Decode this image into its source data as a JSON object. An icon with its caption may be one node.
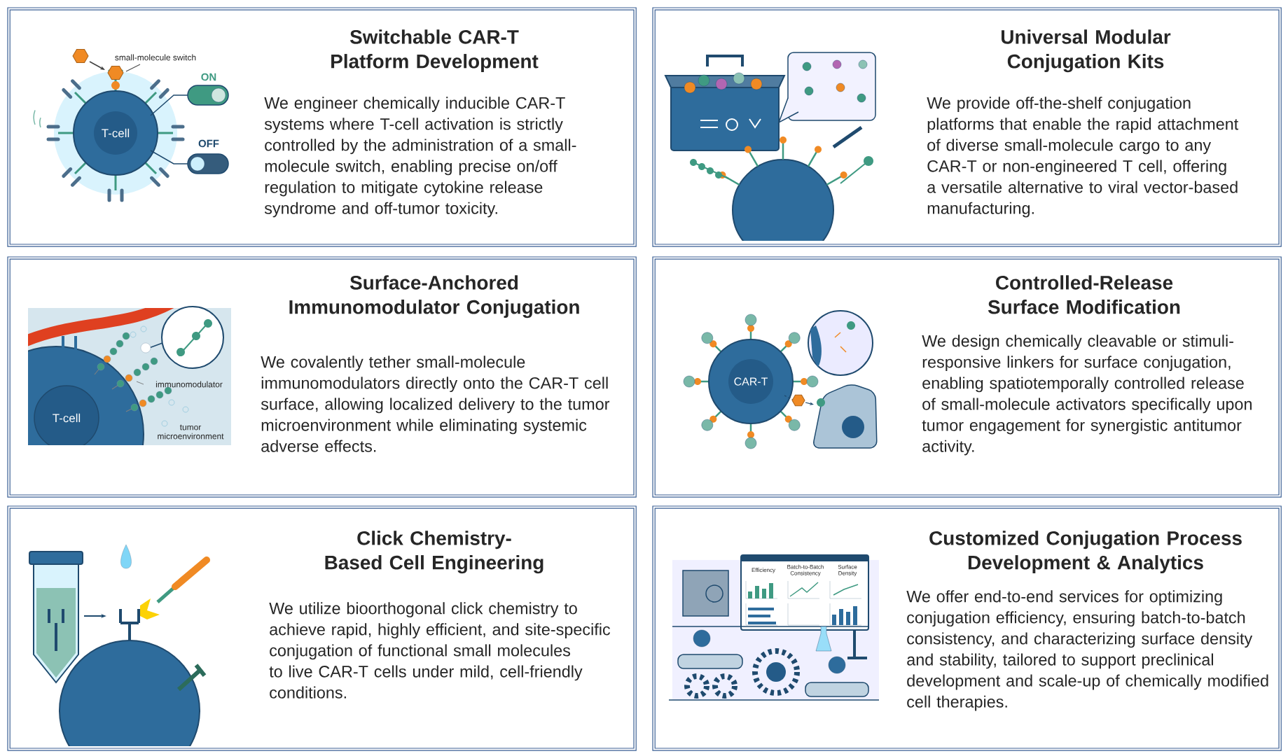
{
  "diagram": {
    "nodes": [
      {
        "text": [
          "Switchable CAR-T Platform Development",
          "We engineer chemically inducible CAR-T systems where T-cell activation is strictly controlled by the administration of a small-molecule switch, enabling precise on/off regulation to mitigate cytokine release syndrome and off-tumor toxicity."
        ]
      },
      {
        "text": [
          "Universal Modular Conjugation Kits",
          "We provide off-the-shelf conjugation platforms that enable the rapid attachment of diverse small-molecule cargo to any CAR-T or non-engineered T cell, offering a versatile alternative to viral vector-based manufacturing."
        ]
      },
      {
        "text": [
          "Surface-Anchored Immunomodulator Conjugation",
          "We covalently tether small-molecule immunomodulators directly onto the CAR-T cell surface, allowing localized delivery to the tumor microenvironment while eliminating systemic adverse effects."
        ]
      },
      {
        "text": [
          "Controlled-Release Surface Modification",
          "We design chemically cleavable or stimuli-responsive linkers for surface conjugation, enabling spatiotemporally controlled release of small-molecule activators specifically upon tumor engagement for synergistic antitumor activity."
        ]
      },
      {
        "text": [
          "Click Chemistry-Based Cell Engineering",
          "We utilize bioorthogonal click chemistry to achieve rapid, highly efficient, and site-specific conjugation of functional small molecules to live CAR-T cells under mild, cell-friendly conditions."
        ]
      },
      {
        "text": [
          "Customized Conjugation Process Development & Analytics",
          "We offer end-to-end services for optimizing conjugation efficiency, ensuring batch-to-batch consistency, and characterizing surface density and stability, tailored to support preclinical development and scale-up of chemically modified cell therapies."
        ]
      }
    ],
    "labels": [
      "small-molecule switch",
      "ON",
      "T-cell",
      "OFF",
      "immunomodulator",
      "T-cell",
      "tumor microenvironment",
      "CAR-T",
      "Efficiency",
      "Batch-to-Batch Consistency",
      "Surface Density"
    ]
  }
}
